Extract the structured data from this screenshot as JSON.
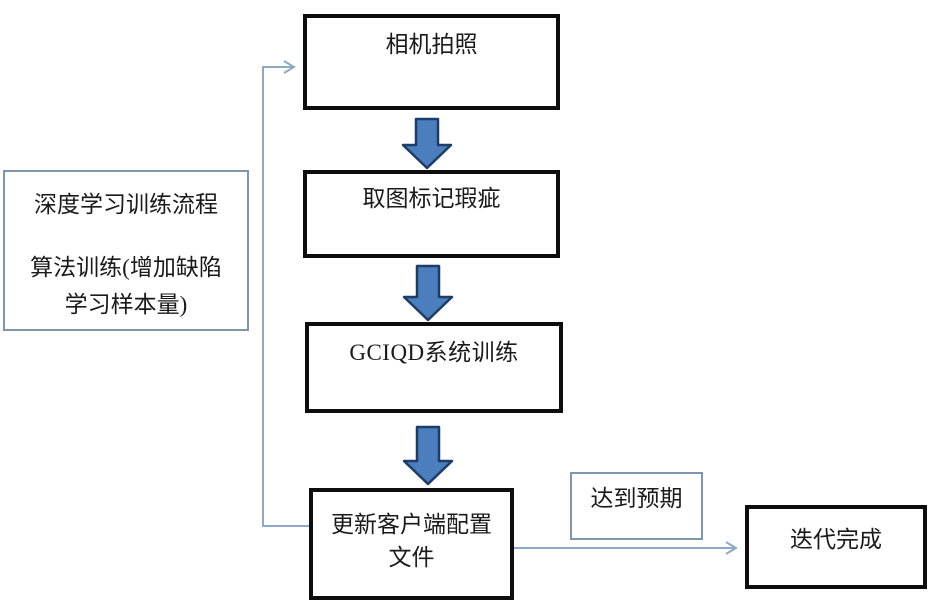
{
  "colors": {
    "background": "#ffffff",
    "text": "#1a1a1a",
    "thick_border": "#0d0d0d",
    "light_border": "#8096ad",
    "connector": "#8ea9c8",
    "arrow_fill": "#4a7ebc",
    "arrow_stroke": "#1e3c69"
  },
  "flowchart": {
    "nodes": {
      "camera": {
        "label": "相机拍照"
      },
      "mark_defects": {
        "label": "取图标记瑕疵"
      },
      "system_training": {
        "label": "GCIQD系统训练"
      },
      "update_config": {
        "lines": [
          "更新客户端配置",
          "文件"
        ]
      },
      "iteration_done": {
        "label": "迭代完成"
      }
    },
    "side_note": {
      "lines": [
        "深度学习训练流程",
        "算法训练(增加缺陷",
        "学习样本量)"
      ]
    },
    "edge_label": {
      "label": "达到预期"
    }
  }
}
